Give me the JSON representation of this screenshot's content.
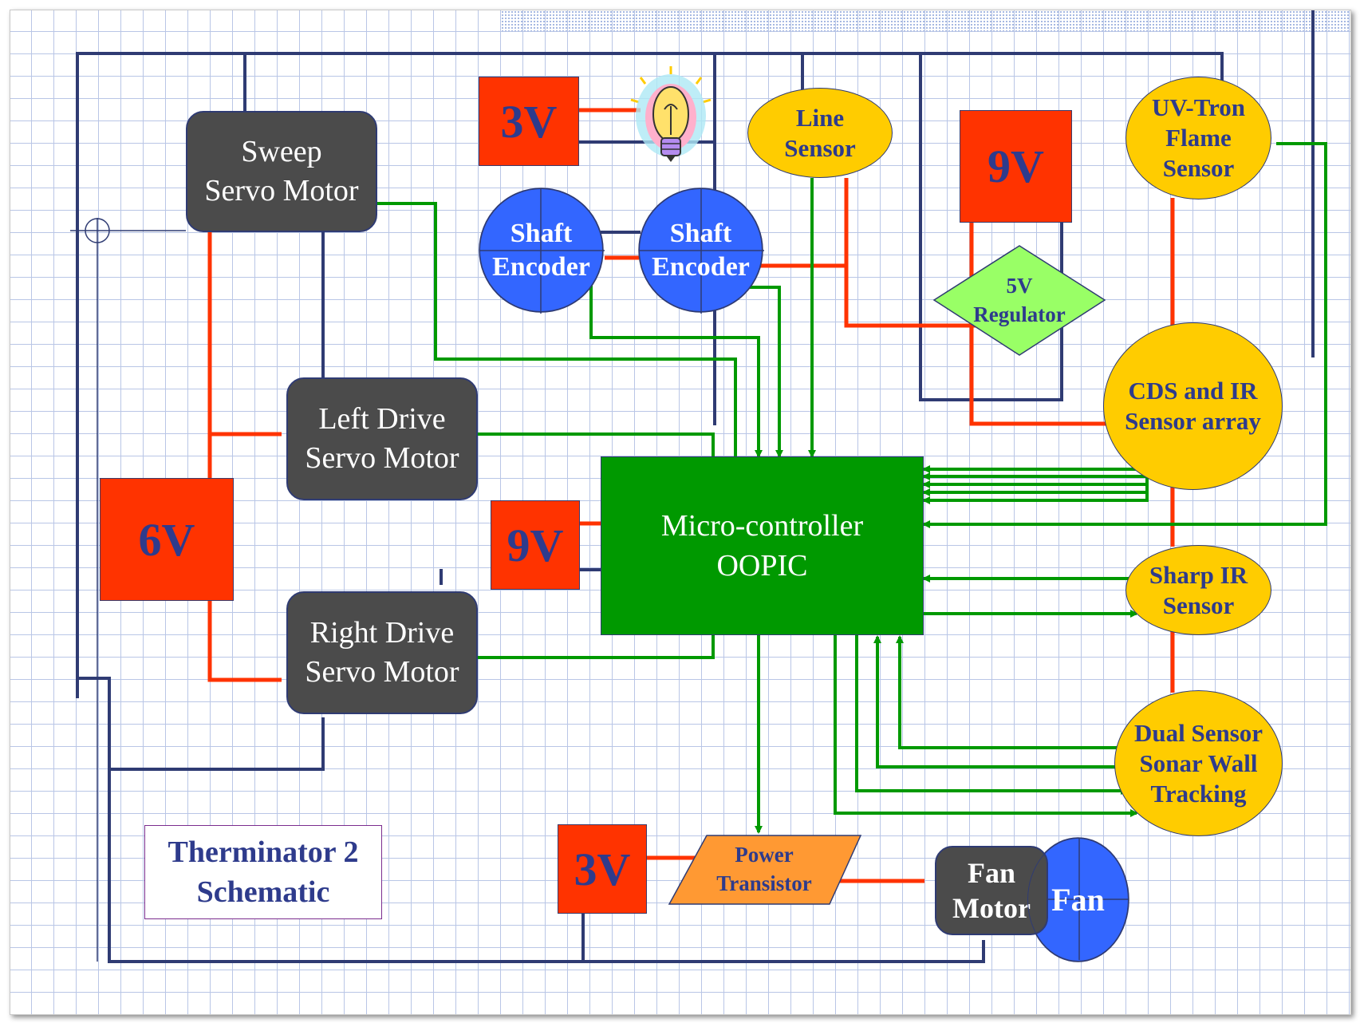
{
  "title": "Therminator 2\nSchematic",
  "colors": {
    "power_wire": "#ff3300",
    "signal_wire": "#009900",
    "ground_wire": "#2f3b73",
    "battery": "#ff3300",
    "sensor": "#ffcc00",
    "encoder": "#3366ff",
    "motor": "#4b4b4b",
    "microcontroller": "#009900",
    "regulator": "#99ff66",
    "transistor": "#ff9933"
  },
  "motors": {
    "sweep": "Sweep\nServo Motor",
    "left_drive": "Left Drive\nServo Motor",
    "right_drive": "Right Drive\nServo Motor",
    "fan_motor": "Fan\nMotor"
  },
  "batteries": {
    "light_3v": "3V",
    "sensor_9v": "9V",
    "drive_6v": "6V",
    "mcu_9v": "9V",
    "fan_3v": "3V"
  },
  "sensors": {
    "line": "Line\nSensor",
    "uv_tron": "UV-Tron\nFlame\nSensor",
    "cds_ir": "CDS and IR\nSensor array",
    "sharp_ir": "Sharp IR\nSensor",
    "sonar": "Dual Sensor\nSonar Wall\nTracking"
  },
  "encoders": {
    "left": "Shaft\nEncoder",
    "right": "Shaft\nEncoder"
  },
  "regulator": "5V\nRegulator",
  "microcontroller": "Micro-controller\nOOPIC",
  "power_transistor": "Power\nTransistor",
  "fan": "Fan",
  "icons": {
    "light": "light-bulb-icon"
  }
}
